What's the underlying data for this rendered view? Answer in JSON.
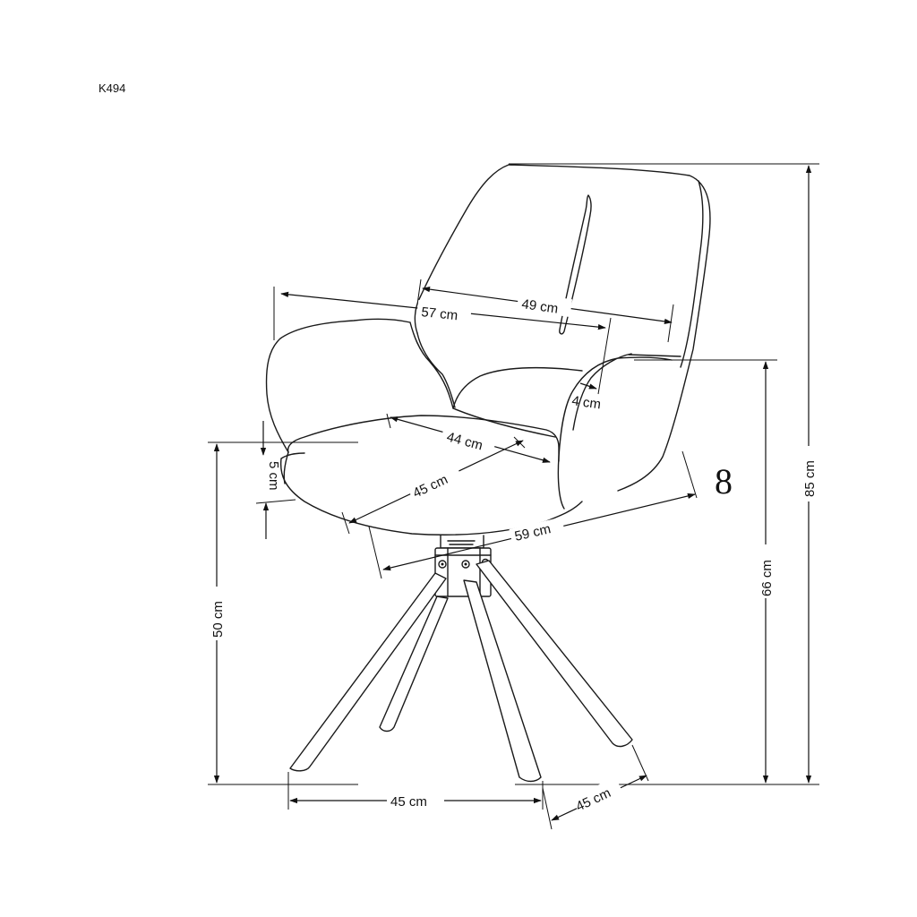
{
  "model_code": "K494",
  "dimensions": {
    "total_height": "85 cm",
    "armrest_height": "66 cm",
    "seat_height": "50 cm",
    "seat_thickness": "5 cm",
    "overall_width": "57 cm",
    "back_width": "49 cm",
    "armrest_thickness": "4 cm",
    "seat_width": "44 cm",
    "seat_depth": "45 cm",
    "overall_depth": "59 cm",
    "base_width": "45 cm",
    "base_depth": "45 cm"
  },
  "turn_mark": "8"
}
